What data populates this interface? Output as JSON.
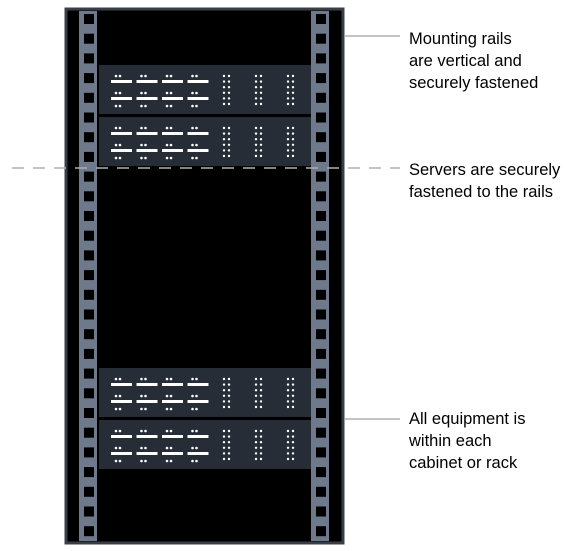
{
  "colors": {
    "cabinet_fill": "#000000",
    "cabinet_frame": "#3a3f47",
    "rail": "#6e7a8c",
    "rail_hole": "#000000",
    "server_face": "#262d37",
    "server_detail": "#ffffff",
    "leader_line": "#b0b0b0",
    "text": "#000000"
  },
  "rack": {
    "hole_count": 27,
    "servers": [
      {
        "id": "server-1",
        "position": "top"
      },
      {
        "id": "server-2",
        "position": "top"
      },
      {
        "id": "server-3",
        "position": "bottom"
      },
      {
        "id": "server-4",
        "position": "bottom"
      }
    ]
  },
  "callouts": [
    {
      "id": "rails",
      "lines": [
        "Mounting rails",
        "are vertical and",
        "securely fastened"
      ]
    },
    {
      "id": "servers",
      "lines": [
        "Servers are securely",
        "fastened to the rails"
      ]
    },
    {
      "id": "equipment",
      "lines": [
        "All equipment is",
        "within each",
        "cabinet or rack"
      ]
    }
  ]
}
